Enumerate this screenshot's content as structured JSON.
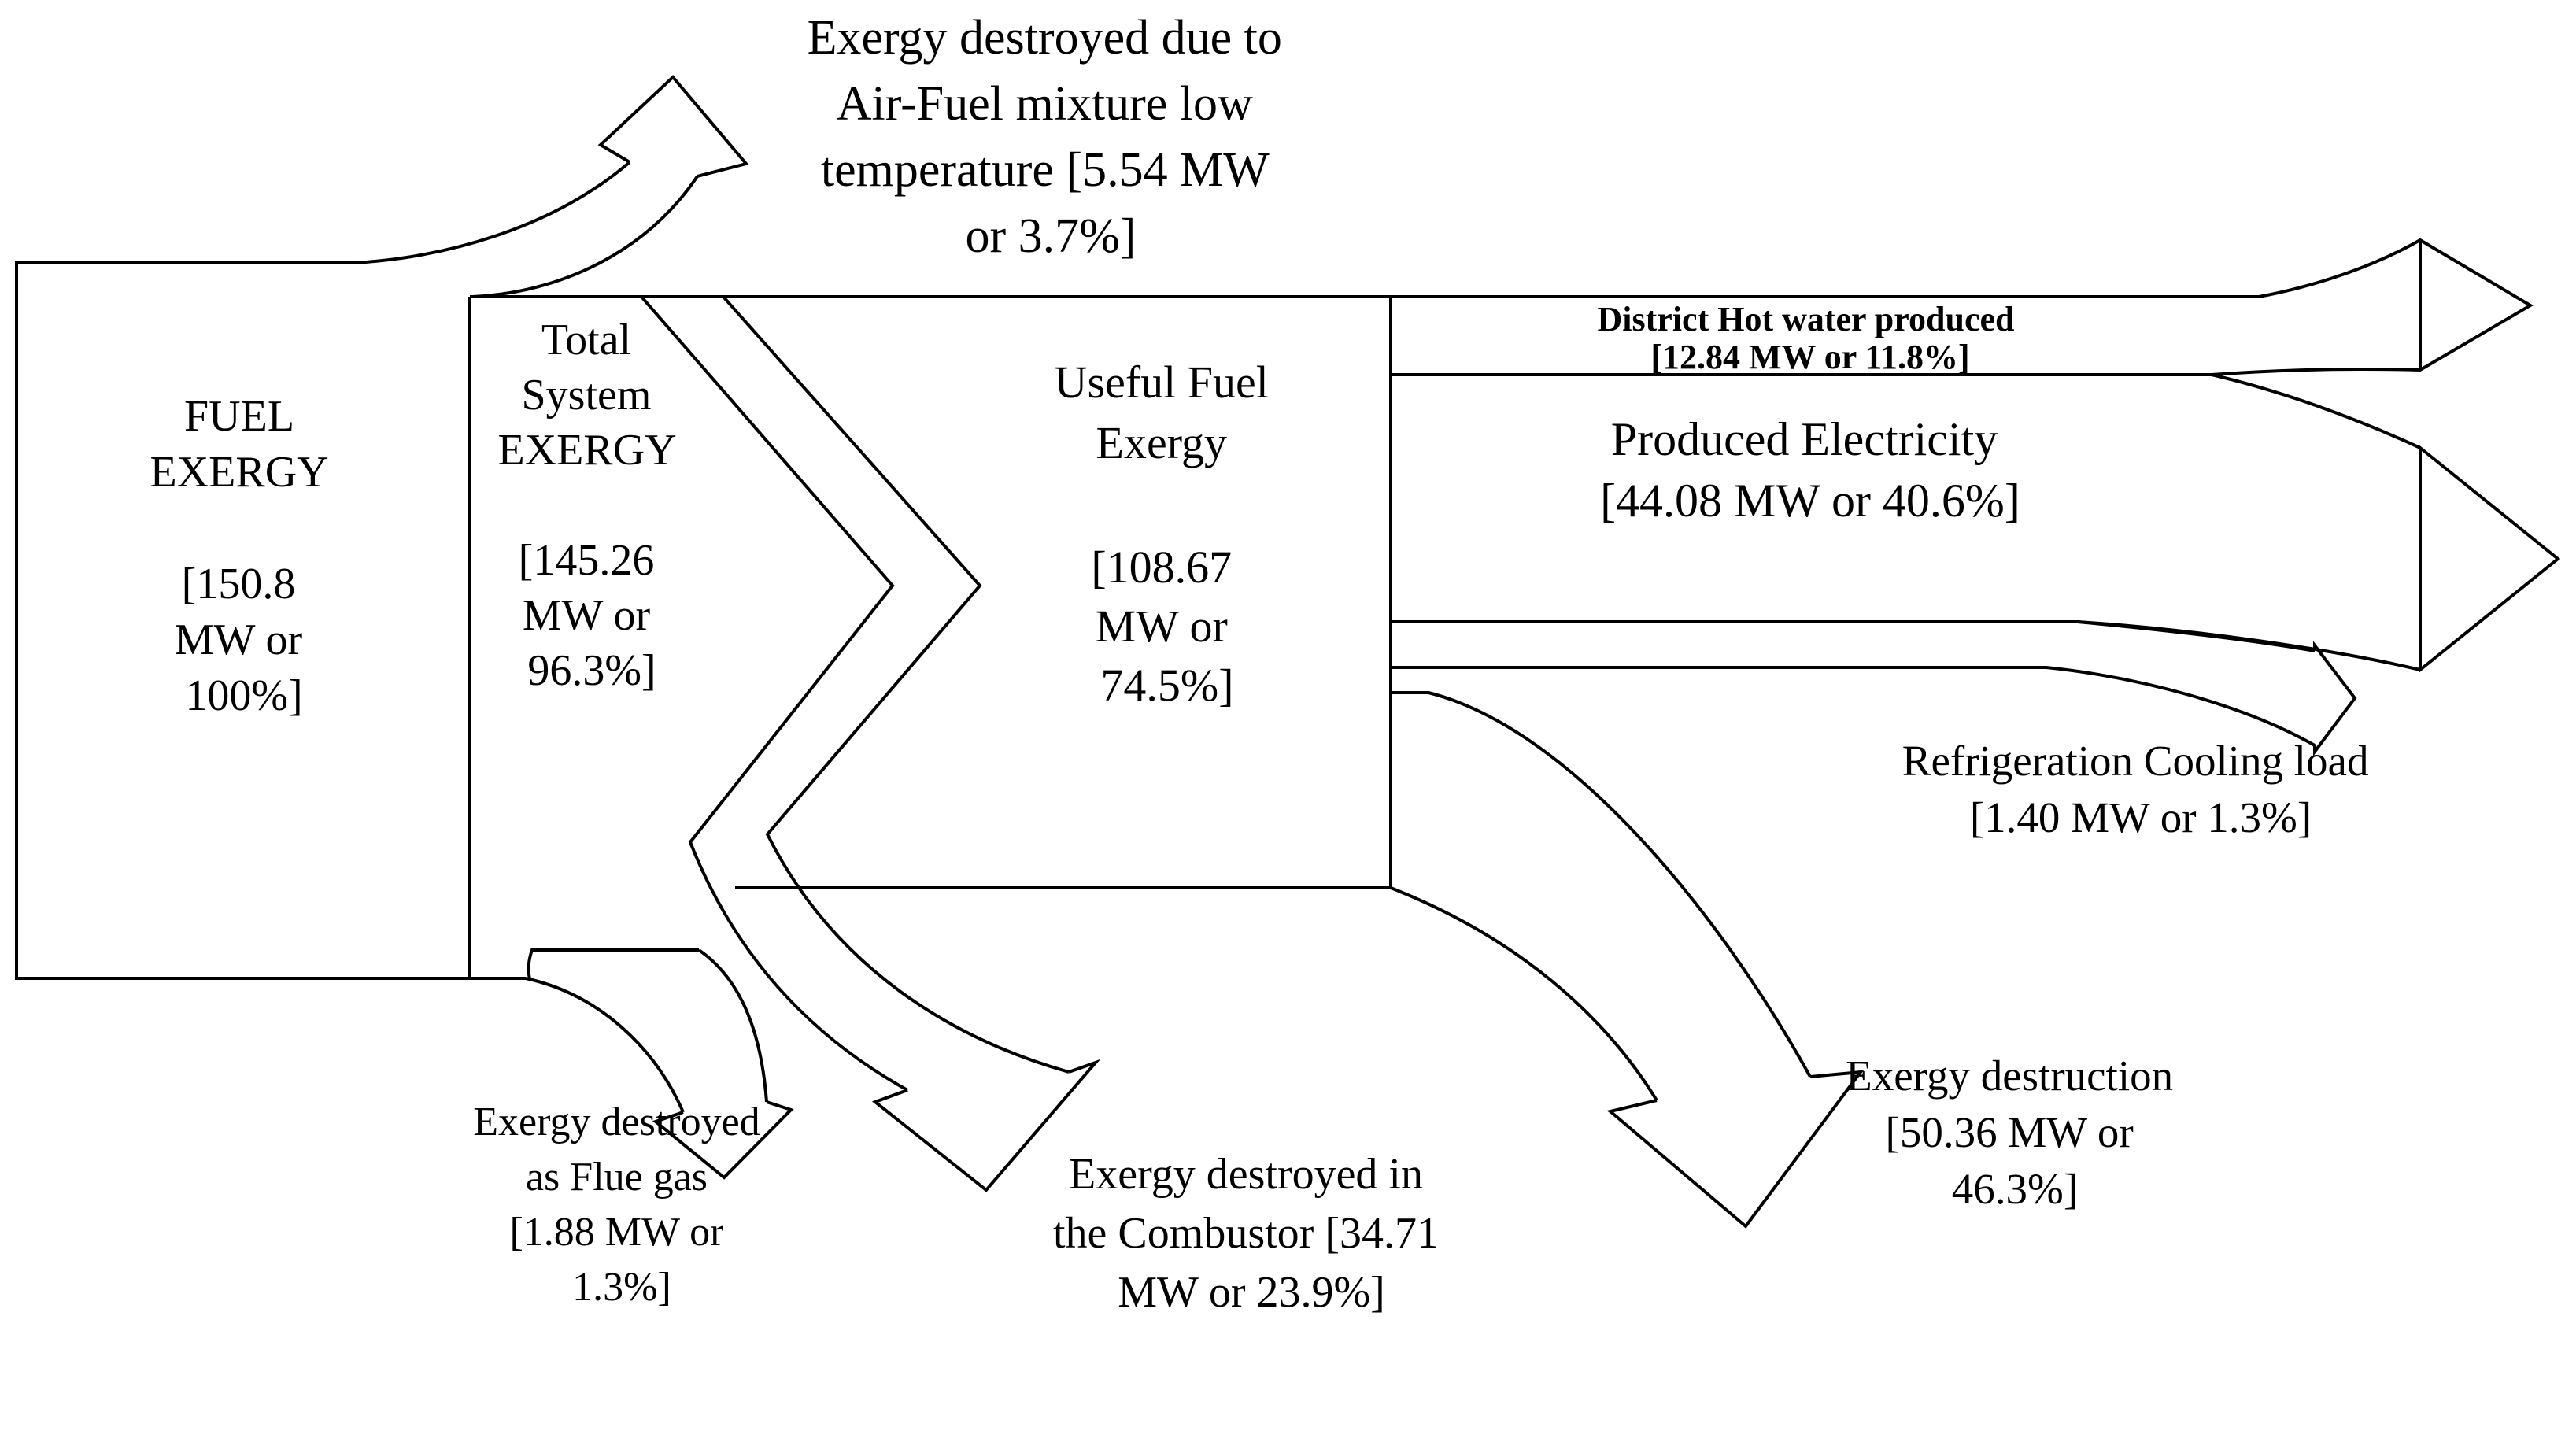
{
  "diagram_type": "exergy-flow-grassmann-diagram",
  "colors": {
    "stroke": "#000000",
    "background": "#ffffff"
  },
  "labels": {
    "air_fuel": [
      "Exergy destroyed due to",
      "Air-Fuel mixture low",
      "temperature [5.54 MW",
      "or 3.7%]"
    ],
    "fuel": [
      "FUEL",
      "EXERGY",
      "[150.8",
      "MW or",
      "100%]"
    ],
    "total": [
      "Total",
      "System",
      "EXERGY",
      "[145.26",
      "MW or",
      "96.3%]"
    ],
    "useful": [
      "Useful Fuel",
      "Exergy",
      "[108.67",
      "MW or",
      "74.5%]"
    ],
    "district": [
      "District Hot water produced",
      "[12.84 MW or 11.8%]"
    ],
    "electricity": [
      "Produced Electricity",
      "[44.08 MW or 40.6%]"
    ],
    "refrigeration": [
      "Refrigeration Cooling load",
      "[1.40 MW or 1.3%]"
    ],
    "destruction": [
      "Exergy destruction",
      "[50.36 MW or",
      "46.3%]"
    ],
    "flue": [
      "Exergy destroyed",
      "as Flue gas",
      "[1.88 MW or",
      "1.3%]"
    ],
    "combustor": [
      "Exergy destroyed in",
      "the Combustor [34.71",
      "MW or 23.9%]"
    ]
  },
  "flows": [
    {
      "name": "Fuel Exergy",
      "mw": 150.8,
      "percent": 100.0
    },
    {
      "name": "Total System Exergy",
      "mw": 145.26,
      "percent": 96.3
    },
    {
      "name": "Useful Fuel Exergy",
      "mw": 108.67,
      "percent": 74.5
    },
    {
      "name": "District Hot water produced",
      "mw": 12.84,
      "percent": 11.8
    },
    {
      "name": "Produced Electricity",
      "mw": 44.08,
      "percent": 40.6
    },
    {
      "name": "Refrigeration Cooling load",
      "mw": 1.4,
      "percent": 1.3
    },
    {
      "name": "Exergy destroyed due to Air-Fuel mixture low temperature",
      "mw": 5.54,
      "percent": 3.7
    },
    {
      "name": "Exergy destroyed as Flue gas",
      "mw": 1.88,
      "percent": 1.3
    },
    {
      "name": "Exergy destroyed in the Combustor",
      "mw": 34.71,
      "percent": 23.9
    },
    {
      "name": "Exergy destruction",
      "mw": 50.36,
      "percent": 46.3
    }
  ]
}
